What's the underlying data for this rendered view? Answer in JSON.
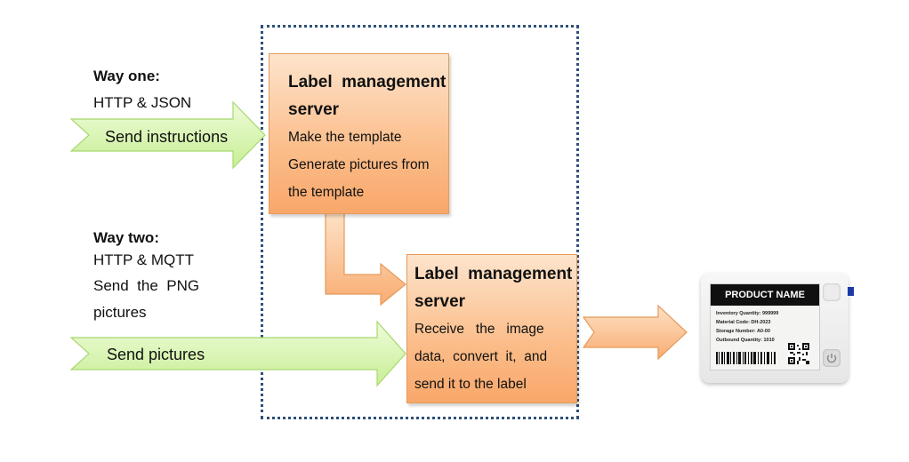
{
  "way_one": {
    "title": "Way one:",
    "protocol": "HTTP & JSON",
    "arrow_label": "Send instructions"
  },
  "way_two": {
    "title": "Way two:",
    "protocol": "HTTP & MQTT",
    "line2": "Send  the  PNG",
    "line3": "pictures",
    "arrow_label": "Send pictures"
  },
  "server_one": {
    "title_line1": "Label  management",
    "title_line2": "server",
    "line1": "Make the template",
    "line2": "Generate pictures from",
    "line3": "the template"
  },
  "server_two": {
    "title_line1": "Label  management",
    "title_line2": "server",
    "line1": "Receive   the   image",
    "line2": "data,  convert  it,  and",
    "line3": "send it to the label"
  },
  "label_device": {
    "header": "PRODUCT NAME",
    "inventory": "Inventory Quantity:  999999",
    "material": "Material Code:  DH-2023",
    "storage": "Storage Number:  A0-00",
    "outbound": "Outbound Quantity:  1010"
  },
  "colors": {
    "orange_box": "#fbbd8a",
    "green_arrow": "#d9f5b0",
    "frame": "#2f4f7a"
  }
}
